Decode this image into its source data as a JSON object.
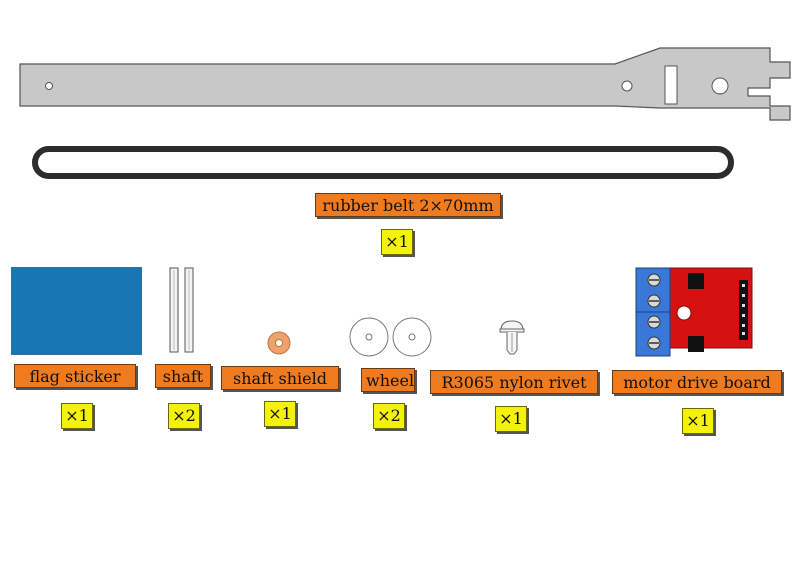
{
  "parts": {
    "rubber_belt": {
      "label": "rubber belt 2×70mm",
      "qty": "×1"
    },
    "flag_sticker": {
      "label": "flag sticker",
      "qty": "×1"
    },
    "shaft": {
      "label": "shaft",
      "qty": "×2"
    },
    "shaft_shield": {
      "label": "shaft shield",
      "qty": "×1"
    },
    "wheel": {
      "label": "wheel",
      "qty": "×2"
    },
    "nylon_rivet": {
      "label": "R3065 nylon rivet",
      "qty": "×1"
    },
    "motor_drive_board": {
      "label": "motor drive board",
      "qty": "×1"
    }
  },
  "colors": {
    "label_bg": "#f07b1f",
    "qty_bg": "#f4f20a",
    "arm_fill": "#c8c8c8",
    "belt_stroke": "#2c2c2c",
    "sticker_fill": "#1777b5",
    "washer_fill": "#f1a26b",
    "board_red": "#d51111",
    "terminal_blue": "#3a78d8"
  }
}
